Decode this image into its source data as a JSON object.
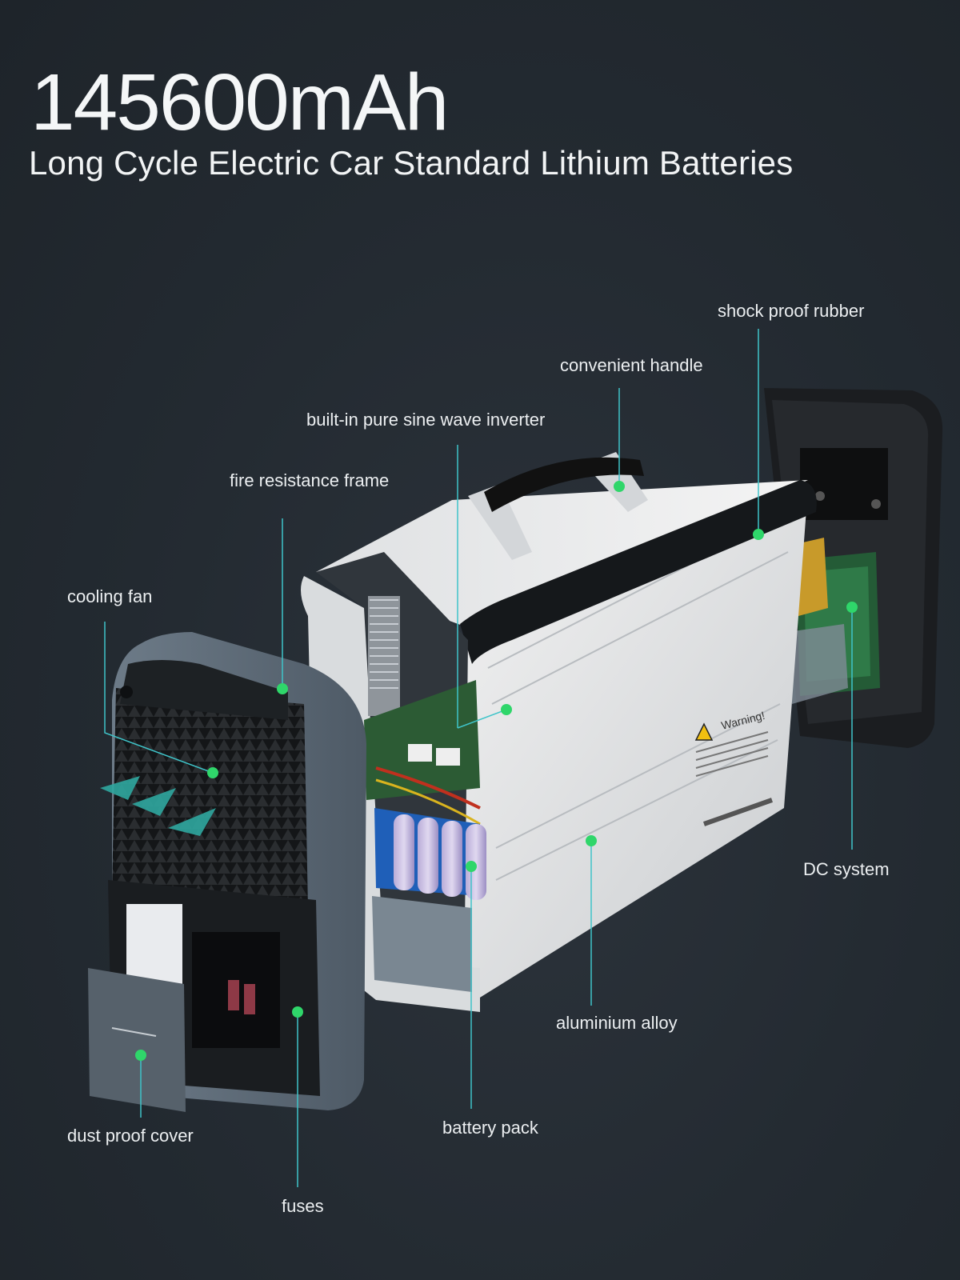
{
  "header": {
    "capacity": "145600mAh",
    "tagline": "Long Cycle Electric Car Standard Lithium Batteries"
  },
  "product_image": {
    "warning_label": "Warning!"
  },
  "callouts": {
    "shock_proof_rubber": "shock proof rubber",
    "convenient_handle": "convenient handle",
    "inverter": "built-in pure sine wave inverter",
    "fire_resistance_frame": "fire resistance frame",
    "cooling_fan": "cooling fan",
    "dc_system": "DC system",
    "aluminium_alloy": "aluminium alloy",
    "battery_pack": "battery pack",
    "dust_proof_cover": "dust proof cover",
    "fuses": "fuses"
  },
  "colors": {
    "background": "#232a31",
    "leader_line": "#3fc4c9",
    "marker_dot": "#2fd66a",
    "text": "#eceff1"
  }
}
